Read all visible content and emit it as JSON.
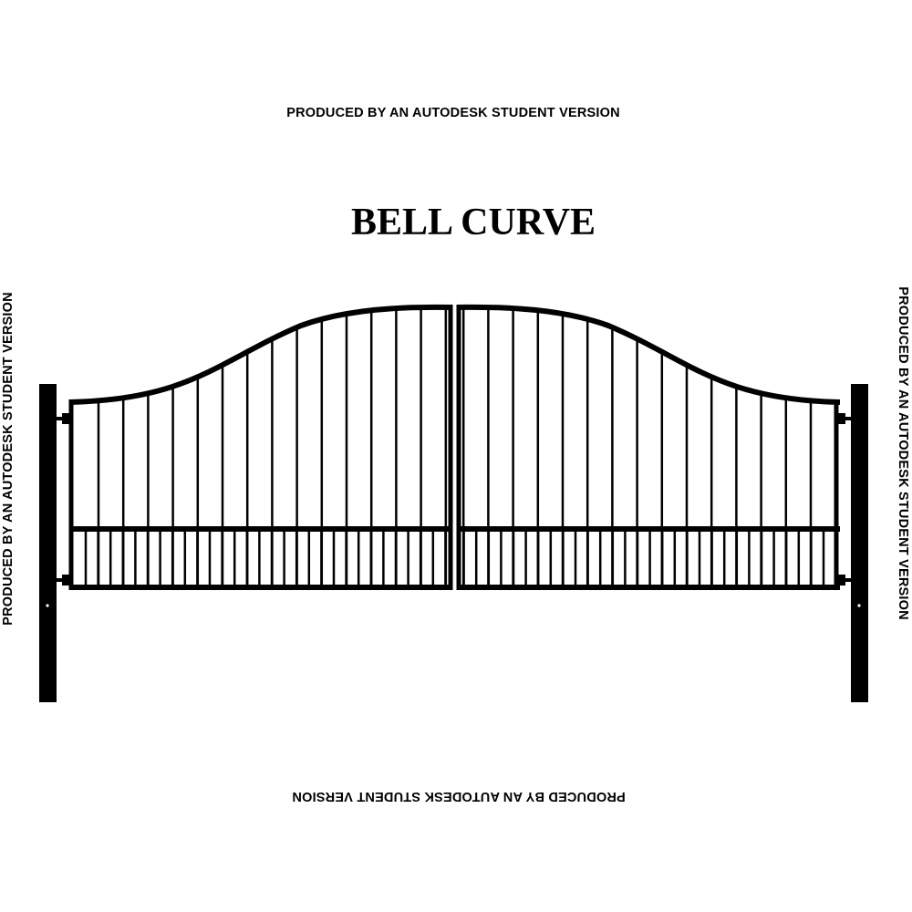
{
  "title": "BELL CURVE",
  "watermarks": {
    "top": "PRODUCED BY AN AUTODESK STUDENT VERSION",
    "bottom": "PRODUCED BY AN AUTODESK STUDENT VERSION",
    "left": "PRODUCED BY AN AUTODESK STUDENT VERSION",
    "right": "PRODUCED BY AN AUTODESK STUDENT VERSION"
  },
  "colors": {
    "ink": "#000000",
    "background": "#ffffff"
  }
}
